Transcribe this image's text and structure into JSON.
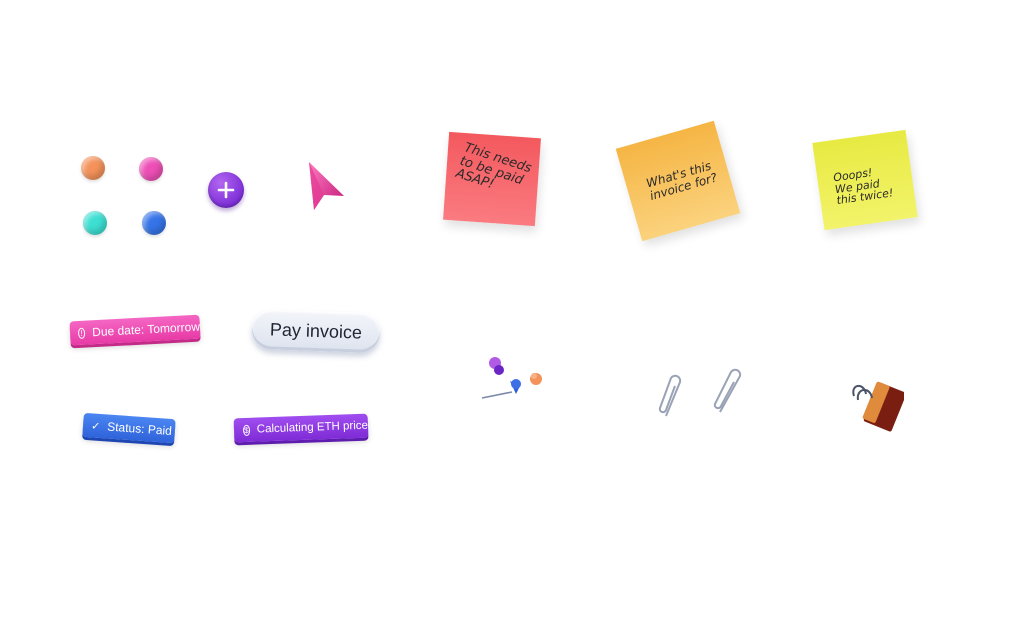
{
  "notes": {
    "red": "This needs\nto be paid\nASAP!",
    "orange": "What's this\ninvoice for?",
    "yellow": "Ooops!\nWe paid\nthis twice!"
  },
  "badges": {
    "due_date": "Due date: Tomorrow",
    "status": "Status: Paid",
    "eth": "Calculating ETH price",
    "eth_icon": "$"
  },
  "pay_button": "Pay invoice",
  "colors": {
    "orange": "#f4925a",
    "pink": "#ee4fb6",
    "teal": "#3ddfd2",
    "blue": "#3574e8",
    "purple": "#8a35dd"
  }
}
